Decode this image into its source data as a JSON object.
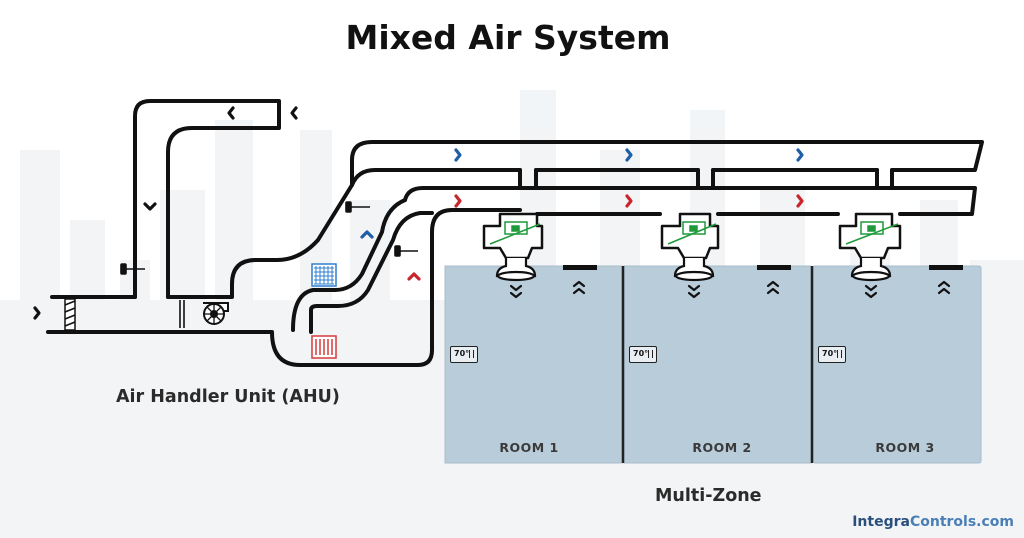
{
  "title": "Mixed Air System",
  "ahu_label": "Air Handler Unit (AHU)",
  "multizone_label": "Multi-Zone",
  "rooms": [
    {
      "label": "ROOM 1",
      "thermostat": "70°"
    },
    {
      "label": "ROOM 2",
      "thermostat": "70°"
    },
    {
      "label": "ROOM 3",
      "thermostat": "70°"
    }
  ],
  "brand": {
    "part1": "Integra",
    "part2": "Controls.com"
  },
  "colors": {
    "supply_arrow": "#c8262c",
    "return_arrow": "#1f5fa8",
    "room_fill": "#b9ccda",
    "duct_stroke": "#111111",
    "cooling_coil": "#2f7fd0",
    "heating_coil": "#d83a3a",
    "damper_green": "#1f9a3a"
  },
  "icons": [
    "fan-icon",
    "filter-icon",
    "cooling-coil-icon",
    "heating-coil-icon",
    "damper-icon",
    "diffuser-icon",
    "return-grille-icon",
    "thermostat-icon",
    "airflow-arrow-icon"
  ]
}
